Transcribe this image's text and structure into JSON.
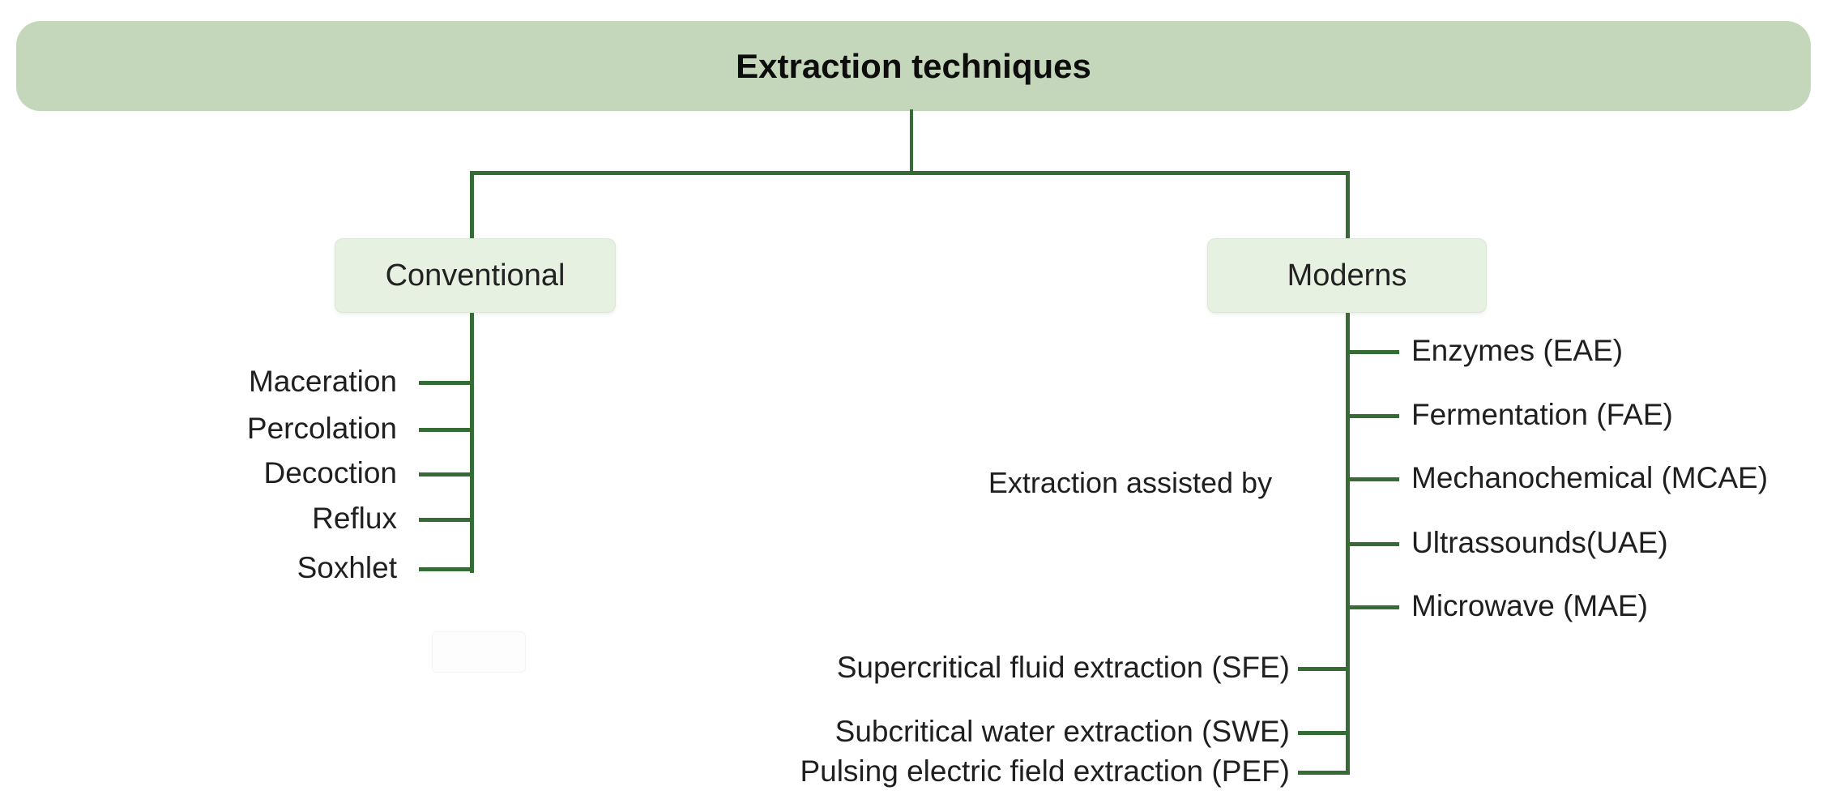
{
  "diagram": {
    "title": "Extraction techniques",
    "branches": {
      "conventional": {
        "label": "Conventional",
        "items": [
          "Maceration",
          "Percolation",
          "Decoction",
          "Reflux",
          "Soxhlet"
        ]
      },
      "moderns": {
        "label": "Moderns",
        "assisted_by_label": "Extraction assisted by",
        "assisted_items": [
          "Enzymes (EAE)",
          "Fermentation (FAE)",
          "Mechanochemical (MCAE)",
          "Ultrassounds(UAE)",
          "Microwave (MAE)"
        ],
        "other_items": [
          "Supercritical fluid extraction (SFE)",
          "Subcritical water extraction (SWE)",
          "Pulsing electric field extraction (PEF)"
        ]
      }
    },
    "colors": {
      "banner_fill": "#c5d7bb",
      "node_fill": "#e7f1e2",
      "line_green": "#356b35",
      "text": "#1f1f1f"
    }
  }
}
